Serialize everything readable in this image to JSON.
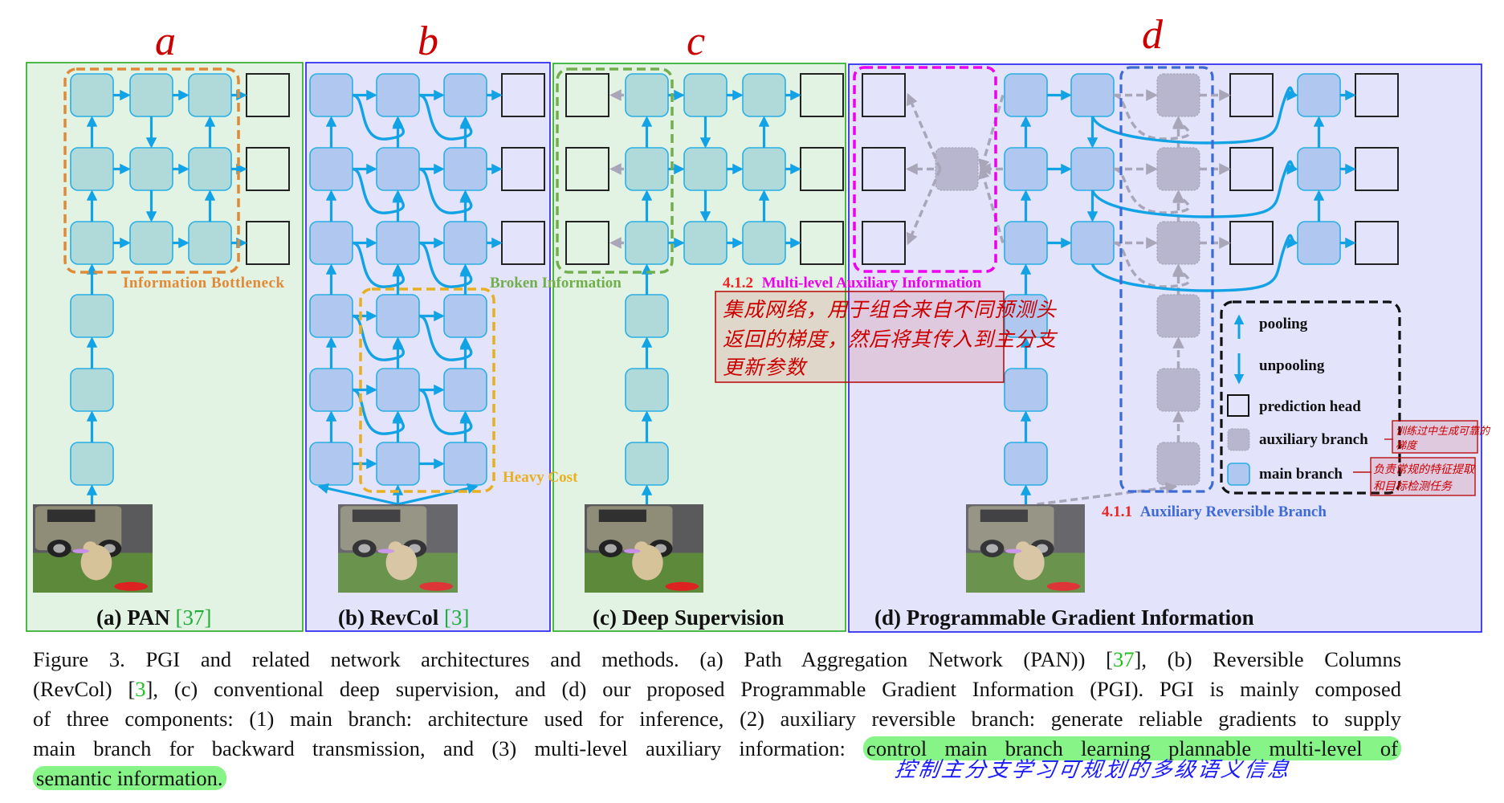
{
  "handwritten_panel_letters": [
    "a",
    "b",
    "c",
    "d"
  ],
  "panels": {
    "a": {
      "label_prefix": "(a) PAN ",
      "label_ref": "[37]",
      "region_label": "Information Bottleneck"
    },
    "b": {
      "label_prefix": "(b) RevCol ",
      "label_ref": "[3]",
      "region_label": "Heavy Cost"
    },
    "c": {
      "label_prefix": "(c) Deep Supervision",
      "region_label": "Broken Information"
    },
    "d": {
      "label": "(d) Programmable Gradient Information",
      "multi_level": {
        "number": "4.1.2",
        "title": "Multi-level Auxiliary Information"
      },
      "aux_reversible": {
        "number": "4.1.1",
        "title": "Auxiliary Reversible Branch"
      }
    }
  },
  "legend": {
    "items": [
      {
        "icon": "up-arrow-icon",
        "label": "pooling"
      },
      {
        "icon": "down-arrow-icon",
        "label": "unpooling"
      },
      {
        "icon": "prediction-head-square-icon",
        "label": "prediction head"
      },
      {
        "icon": "auxiliary-branch-node-icon",
        "label": "auxiliary branch"
      },
      {
        "icon": "main-branch-node-icon",
        "label": "main branch"
      }
    ]
  },
  "annotations": {
    "multi_level_note": [
      "集成网络，用于组合来自不同预测头",
      "返回的梯度，然后将其传入到主分支",
      "更新参数"
    ],
    "aux_branch_note": [
      "训练过中生成可靠的",
      "梯度"
    ],
    "main_branch_note": [
      "负责常规的特征提取",
      "和目标检测任务"
    ],
    "caption_note": "控制主分支学习可规划的多级语义信息"
  },
  "caption": {
    "lines": [
      [
        "Figure 3.  PGI and related network architectures and methods.  (a) Path Aggregation Network (PAN)) [",
        "37",
        "], (b) Reversible Columns"
      ],
      [
        "(RevCol) [",
        "3",
        "], (c) conventional deep supervision, and (d) our proposed Programmable Gradient Information (PGI). PGI is mainly composed"
      ],
      [
        "of three components: (1) main branch: architecture used for inference, (2) auxiliary reversible branch: generate reliable gradients to supply"
      ],
      [
        "main branch for backward transmission, and (3) multi-level auxiliary information: ",
        "control main branch learning plannable multi-level of"
      ],
      [
        "semantic information."
      ]
    ]
  },
  "colors": {
    "panel_green_bg": "#e3f3e3",
    "panel_green_border": "#22aa22",
    "panel_blue_bg": "#e3e3fb",
    "panel_blue_border": "#1a1aee",
    "node_teal": "#b0dada",
    "node_blue": "#b0c8f0",
    "node_border": "#29b0e6",
    "arrow": "#12a2e6",
    "aux_node": "#b8b6ce",
    "aux_dash": "#a8a6b8",
    "bottleneck": "#e08a38",
    "heavy_cost": "#e8b020",
    "broken_info": "#72ae4c",
    "magenta": "#ee00ee",
    "reversible_blue": "#3e6ad6",
    "section_red": "#ee2222",
    "highlight_green": "#86f486",
    "ink_red": "#cc0000",
    "ink_blue": "#1a1aff"
  }
}
